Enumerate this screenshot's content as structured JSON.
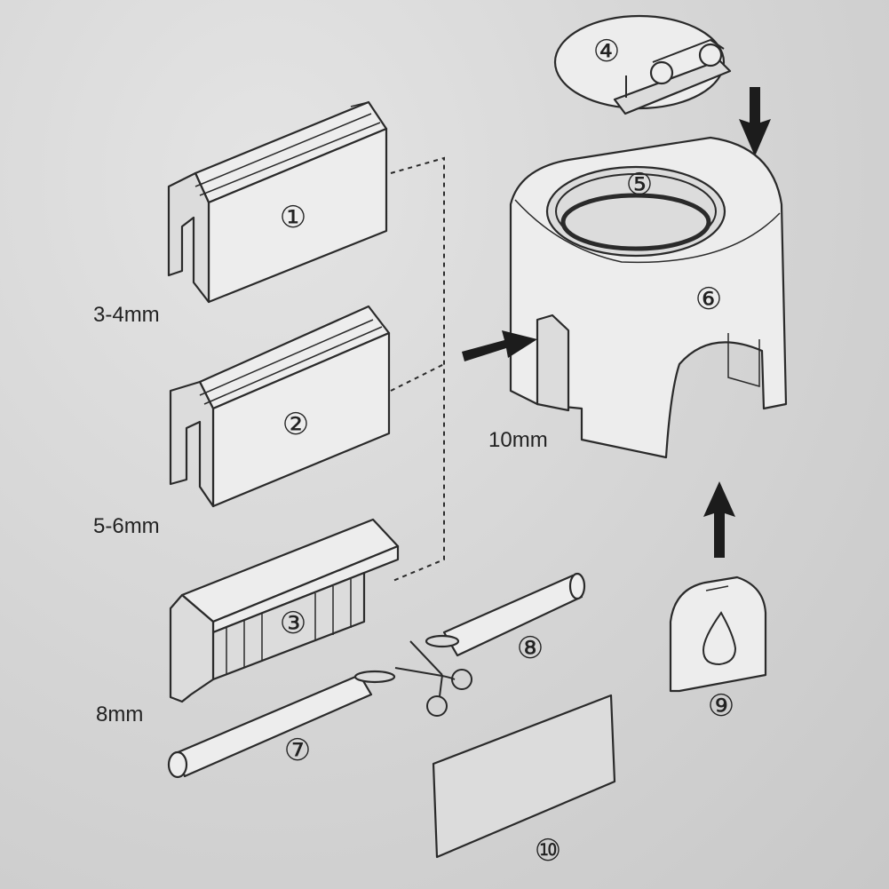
{
  "labels": {
    "part_1": "①",
    "part_2": "②",
    "part_3": "③",
    "part_4": "④",
    "part_5": "⑤",
    "part_6": "⑥",
    "part_7": "⑦",
    "part_8": "⑧",
    "part_9": "⑨",
    "part_10": "⑩"
  },
  "sizes": {
    "size_1": "3-4mm",
    "size_2": "5-6mm",
    "size_3": "8mm",
    "size_6": "10mm"
  },
  "icons": {
    "scissors": "scissors-icon",
    "water_drop": "water-drop-icon",
    "arrow": "arrow-icon"
  }
}
